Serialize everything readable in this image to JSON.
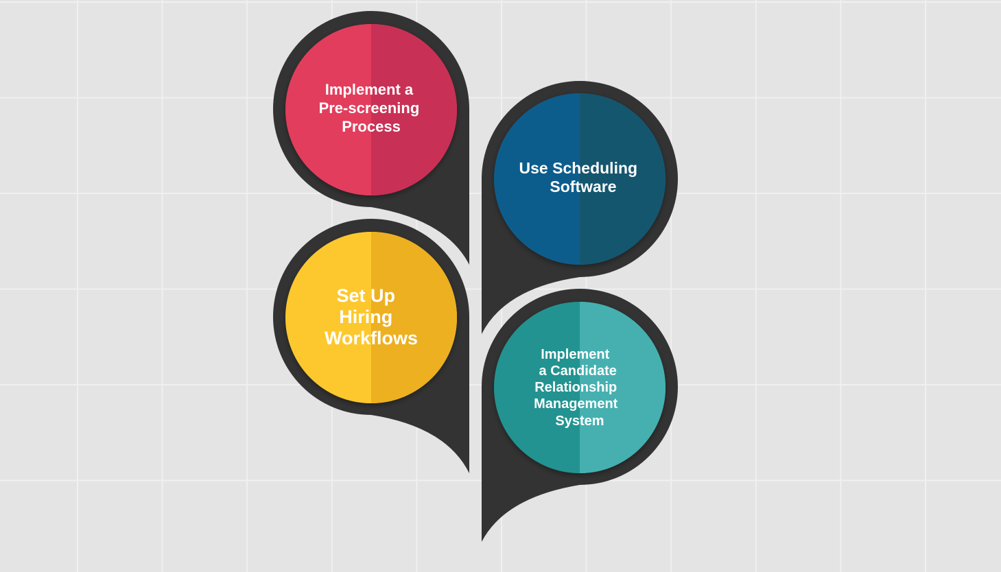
{
  "colors": {
    "background": "#e4e4e4",
    "grid_line": "#f0f0f0",
    "pin": "#333333",
    "text": "#ffffff"
  },
  "items": [
    {
      "lines": [
        "Implement a",
        "Pre-screening",
        "Process"
      ],
      "color_light": "#e23c5b",
      "color_dark": "#c93055"
    },
    {
      "lines": [
        "Use Scheduling",
        "Software"
      ],
      "color_light": "#0f5d8c",
      "color_dark": "#15566f"
    },
    {
      "lines": [
        "Set Up",
        "Hiring",
        "Workflows"
      ],
      "color_light": "#fdc82e",
      "color_dark": "#edb020"
    },
    {
      "lines": [
        "Implement",
        "a Candidate",
        "Relationship",
        "Management",
        "System"
      ],
      "color_light": "#229390",
      "color_dark": "#46b0b0"
    }
  ]
}
